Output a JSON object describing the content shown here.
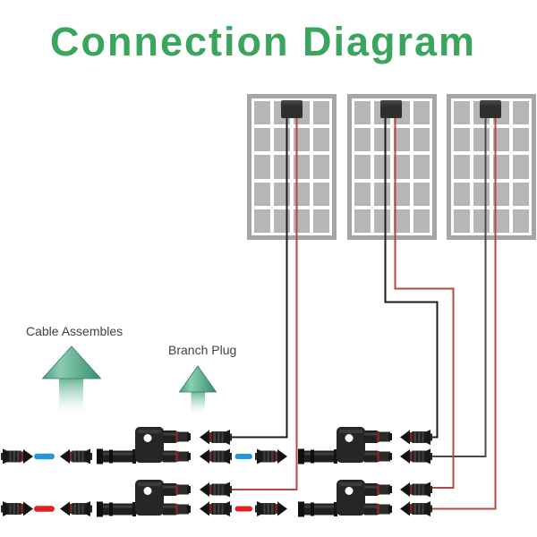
{
  "title": {
    "text": "Connection Diagram"
  },
  "labels": {
    "cable_assemblies": "Cable Assembles",
    "branch_plug": "Branch Plug"
  },
  "panels": {
    "count": 3,
    "grid": {
      "columns": 4,
      "rows": 5
    },
    "wires_per_panel": [
      "black",
      "red"
    ]
  },
  "connectors": {
    "branch_plug_count": 4,
    "single_connector_count": 14,
    "rows": [
      {
        "dash_color": "blue"
      },
      {
        "dash_color": "red"
      }
    ]
  },
  "colors": {
    "title_green": "#3aa55c",
    "label_text": "#414141",
    "panel_frame": "#a6a6a6",
    "panel_cell": "#b6b6b6",
    "junction_box": "#2e2e2e",
    "wire_black": "#1c1c1c",
    "wire_gray": "#4a4a4a",
    "wire_red": "#b9473f",
    "dash_blue": "#2597d8",
    "dash_red": "#e41f25",
    "arrow_teal_light": "#8ccdb0",
    "arrow_teal": "#65b394",
    "arrow_teal_dark": "#3c8a6d"
  }
}
